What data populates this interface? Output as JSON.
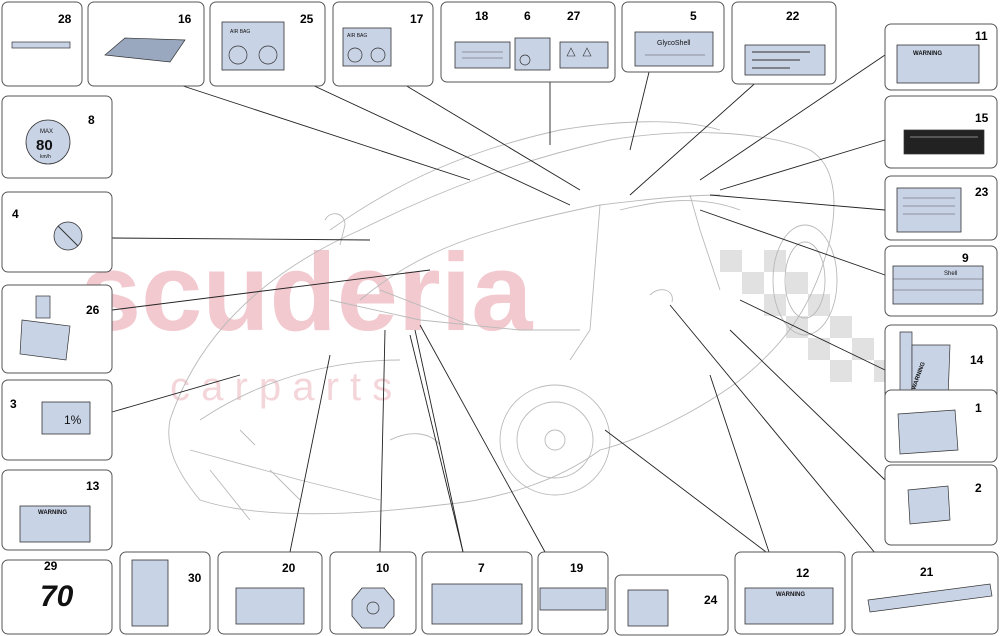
{
  "watermark": {
    "brand": "scuderia",
    "sub": "c a r   p a r t s"
  },
  "parts": [
    {
      "num": "28"
    },
    {
      "num": "16"
    },
    {
      "num": "25",
      "text": "AIR BAG"
    },
    {
      "num": "17",
      "text": "AIR BAG"
    },
    {
      "num": "18"
    },
    {
      "num": "6"
    },
    {
      "num": "27"
    },
    {
      "num": "5",
      "text": "GlycoShell"
    },
    {
      "num": "22"
    },
    {
      "num": "11",
      "text": "WARNING"
    },
    {
      "num": "8",
      "text_top": "MAX",
      "text_mid": "80",
      "text_bot": "km/h"
    },
    {
      "num": "15"
    },
    {
      "num": "23"
    },
    {
      "num": "4"
    },
    {
      "num": "9",
      "text": "Shell"
    },
    {
      "num": "26"
    },
    {
      "num": "14",
      "text": "WARNING"
    },
    {
      "num": "3",
      "text": "1%"
    },
    {
      "num": "1"
    },
    {
      "num": "13",
      "text": "WARNING"
    },
    {
      "num": "2"
    },
    {
      "num": "29",
      "text": "70"
    },
    {
      "num": "30"
    },
    {
      "num": "20"
    },
    {
      "num": "10"
    },
    {
      "num": "7"
    },
    {
      "num": "19"
    },
    {
      "num": "24"
    },
    {
      "num": "12",
      "text": "WARNING"
    },
    {
      "num": "21"
    }
  ],
  "colors": {
    "sticker": "#c8d3e6",
    "watermark": "#f2c9cf",
    "outline": "#b9b9b9"
  }
}
